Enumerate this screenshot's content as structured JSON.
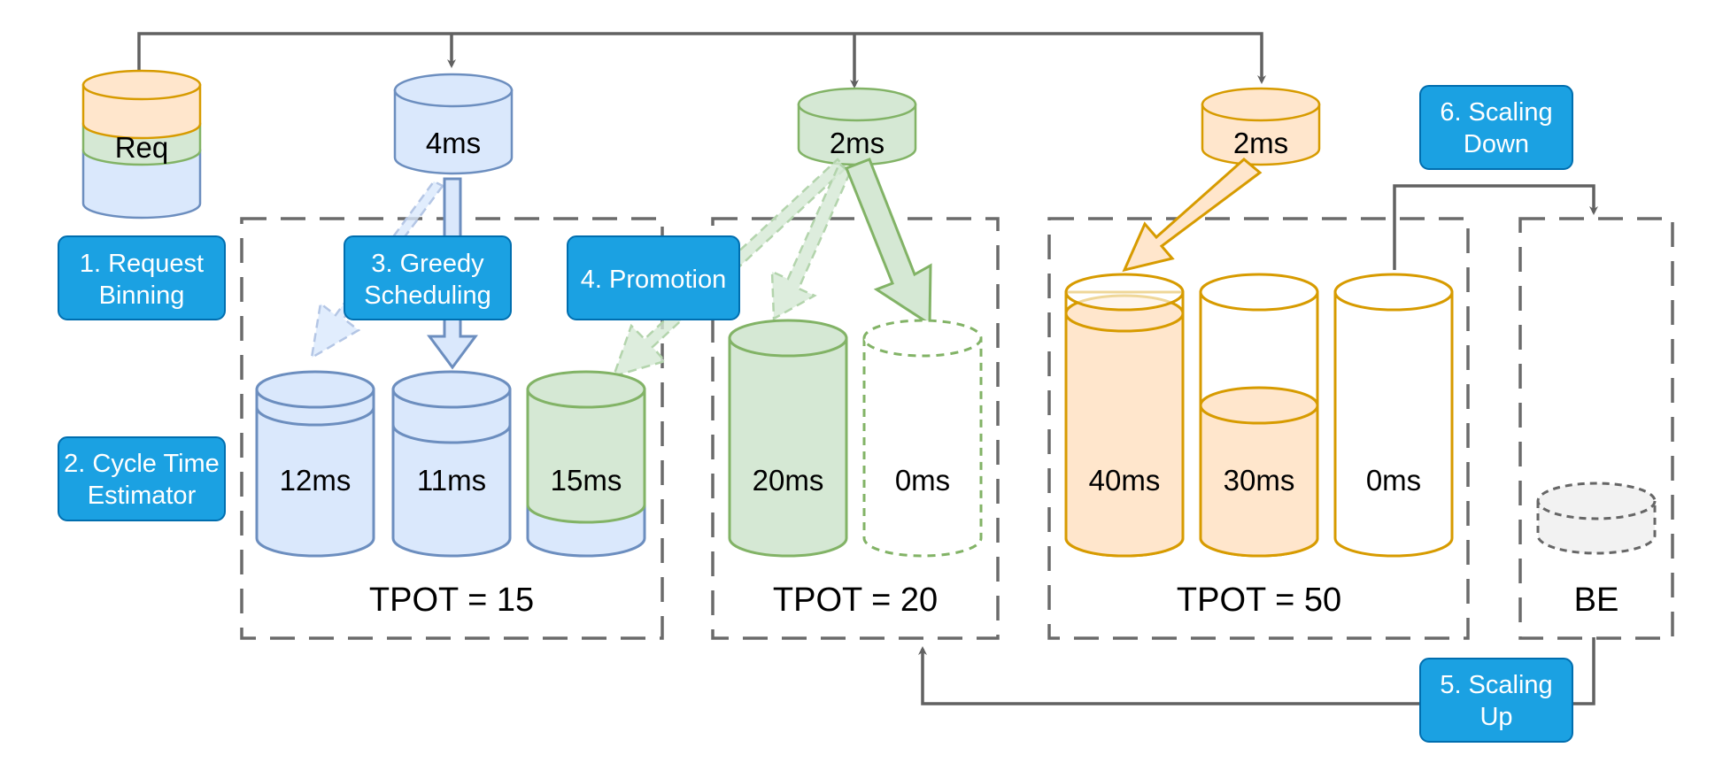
{
  "colors": {
    "blue_fill": "#dae8fc",
    "blue_stroke": "#6c8ebf",
    "green_fill": "#d5e8d4",
    "green_stroke": "#82b366",
    "orange_fill": "#ffe6cc",
    "orange_stroke": "#d79b00",
    "step_fill": "#1ba1e2",
    "step_stroke": "#006eaf",
    "line": "#616161"
  },
  "request": {
    "label": "Req"
  },
  "incoming": {
    "blue": "4ms",
    "green": "2ms",
    "orange": "2ms"
  },
  "steps": {
    "s1": [
      "1. Request",
      "Binning"
    ],
    "s2": [
      "2. Cycle Time",
      "Estimator"
    ],
    "s3": [
      "3. Greedy",
      "Scheduling"
    ],
    "s4": [
      "4. Promotion"
    ],
    "s5": [
      "5. Scaling",
      "Up"
    ],
    "s6": [
      "6. Scaling",
      "Down"
    ]
  },
  "groups": [
    {
      "label": "TPOT = 15",
      "instances": [
        "12ms",
        "11ms",
        "15ms"
      ]
    },
    {
      "label": "TPOT = 20",
      "instances": [
        "20ms",
        "0ms"
      ]
    },
    {
      "label": "TPOT = 50",
      "instances": [
        "40ms",
        "30ms",
        "0ms"
      ]
    },
    {
      "label": "BE",
      "instances": []
    }
  ]
}
